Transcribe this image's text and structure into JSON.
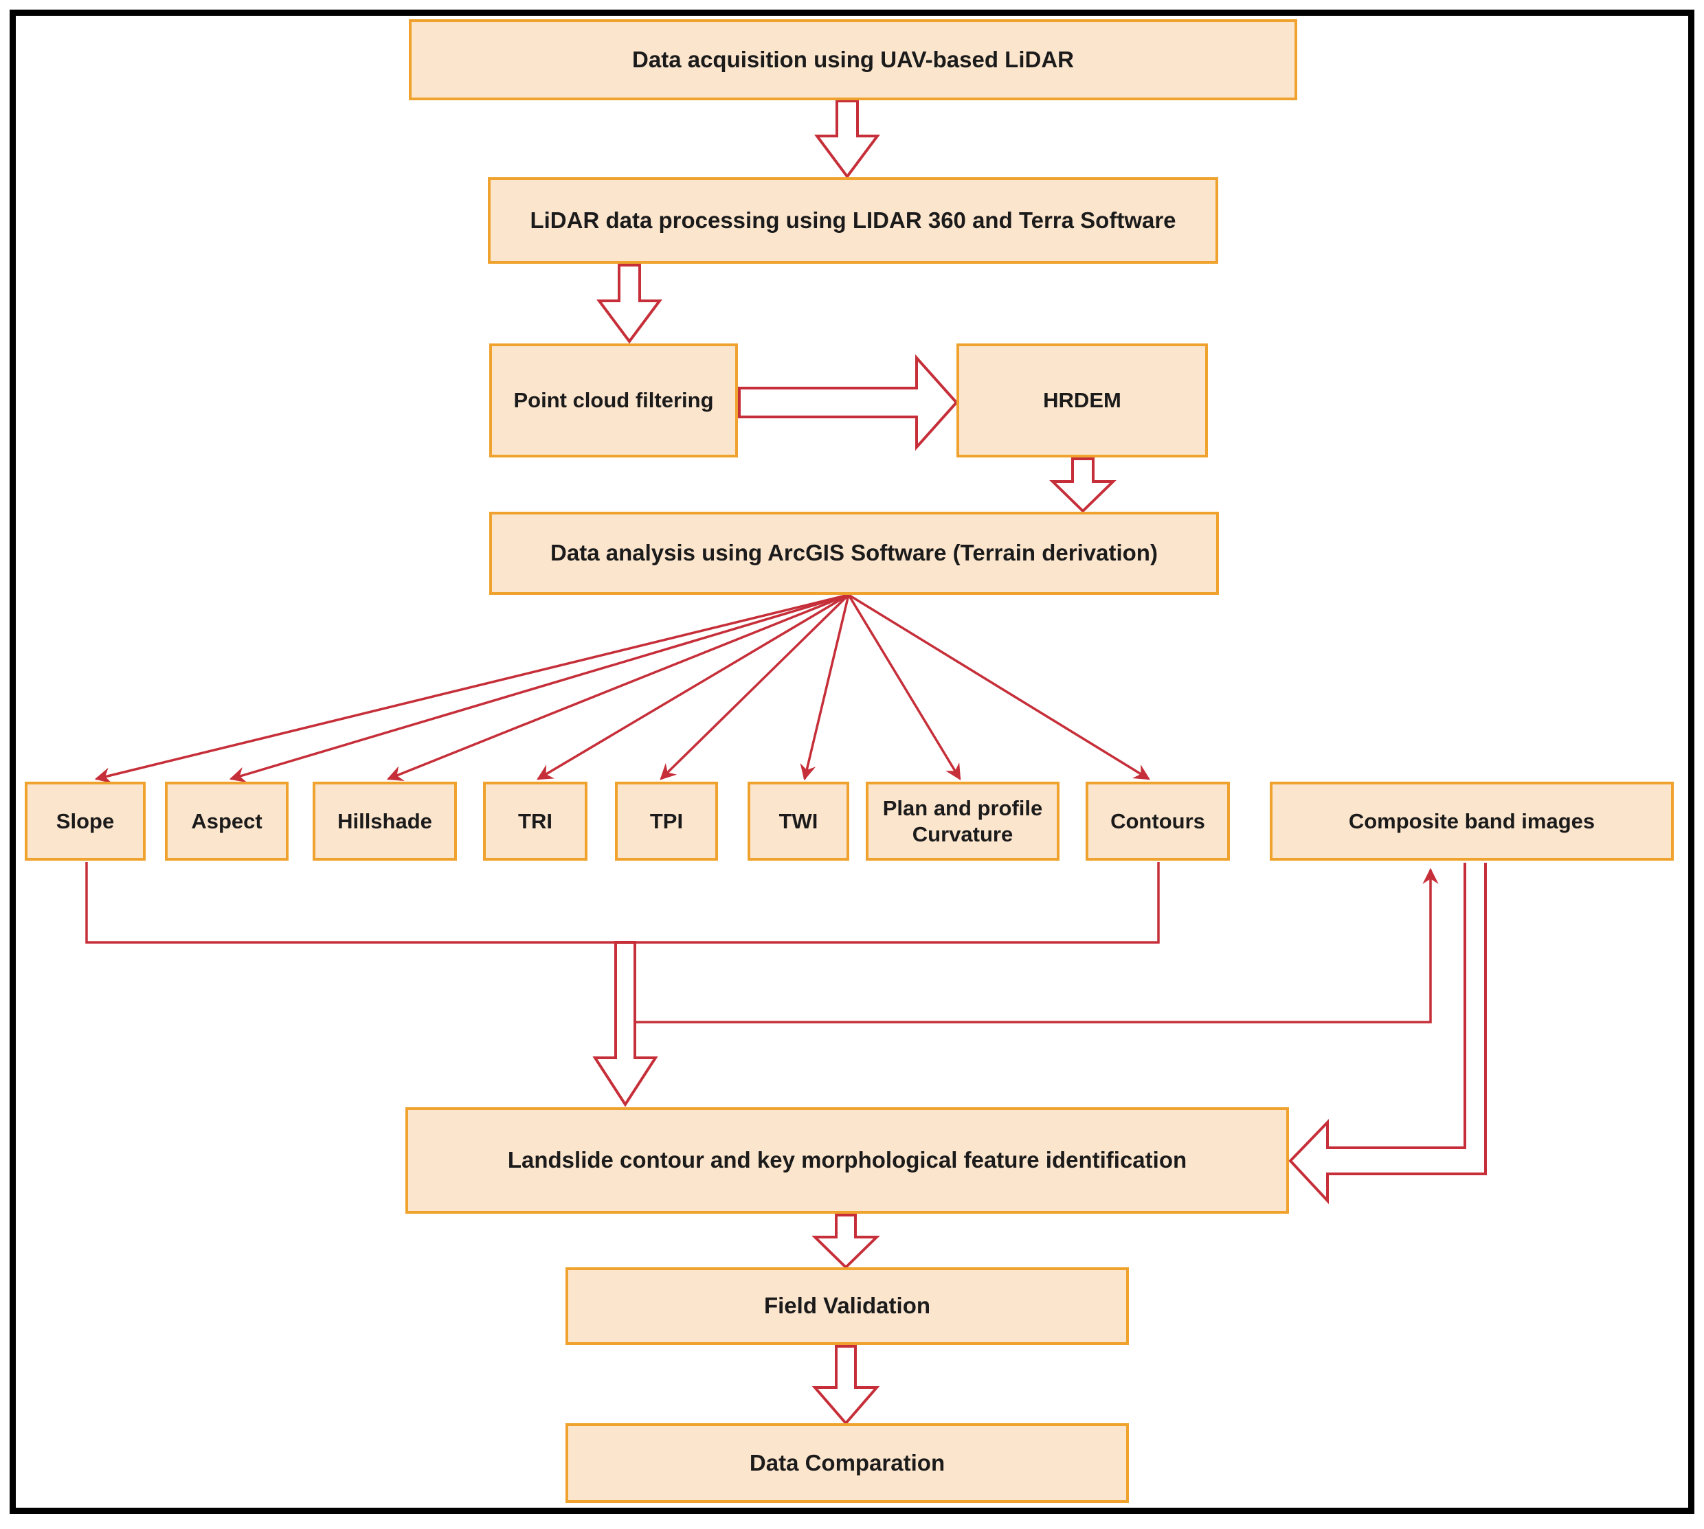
{
  "diagram": {
    "title": "UAV-based LiDAR landslide mapping workflow flowchart",
    "colors": {
      "box_fill": "#FCE5CD",
      "box_border": "#EFA22D",
      "arrow_red": "#C62F39",
      "frame_black": "#000000",
      "background": "#FFFFFF",
      "text": "#1B1B1B"
    },
    "nodes": {
      "acquisition": {
        "label": "Data acquisition using UAV-based LiDAR"
      },
      "processing": {
        "label": "LiDAR data processing using LIDAR 360 and Terra Software"
      },
      "point_cloud": {
        "label": "Point cloud filtering"
      },
      "hrdem": {
        "label": "HRDEM"
      },
      "analysis": {
        "label": "Data analysis using ArcGIS Software (Terrain derivation)"
      },
      "slope": {
        "label": "Slope"
      },
      "aspect": {
        "label": "Aspect"
      },
      "hillshade": {
        "label": "Hillshade"
      },
      "tri": {
        "label": "TRI"
      },
      "tpi": {
        "label": "TPI"
      },
      "twi": {
        "label": "TWI"
      },
      "curvature": {
        "label": "Plan and profile Curvature"
      },
      "contours": {
        "label": "Contours"
      },
      "composite": {
        "label": "Composite band images"
      },
      "identification": {
        "label": "Landslide contour and key morphological feature identification"
      },
      "field_validation": {
        "label": "Field Validation"
      },
      "comparation": {
        "label": "Data Comparation"
      }
    },
    "edges": [
      {
        "from": "acquisition",
        "to": "processing",
        "style": "hollow-arrow-down"
      },
      {
        "from": "processing",
        "to": "point_cloud",
        "style": "hollow-arrow-down"
      },
      {
        "from": "point_cloud",
        "to": "hrdem",
        "style": "hollow-arrow-right"
      },
      {
        "from": "hrdem",
        "to": "analysis",
        "style": "hollow-arrow-down"
      },
      {
        "from": "analysis",
        "to": "slope",
        "style": "thin-arrow"
      },
      {
        "from": "analysis",
        "to": "aspect",
        "style": "thin-arrow"
      },
      {
        "from": "analysis",
        "to": "hillshade",
        "style": "thin-arrow"
      },
      {
        "from": "analysis",
        "to": "tri",
        "style": "thin-arrow"
      },
      {
        "from": "analysis",
        "to": "tpi",
        "style": "thin-arrow"
      },
      {
        "from": "analysis",
        "to": "twi",
        "style": "thin-arrow"
      },
      {
        "from": "analysis",
        "to": "curvature",
        "style": "thin-arrow"
      },
      {
        "from": "analysis",
        "to": "contours",
        "style": "thin-arrow"
      },
      {
        "from": "slope",
        "to": "collector-line",
        "style": "thin-elbow"
      },
      {
        "from": "contours",
        "to": "collector-line",
        "style": "thin-elbow"
      },
      {
        "from": "collector-line",
        "to": "identification",
        "style": "hollow-arrow-down"
      },
      {
        "from": "collector-line",
        "to": "composite",
        "style": "thin-arrow-up"
      },
      {
        "from": "composite",
        "to": "identification",
        "style": "hollow-arrow-left-elbow"
      },
      {
        "from": "identification",
        "to": "field_validation",
        "style": "hollow-arrow-down"
      },
      {
        "from": "field_validation",
        "to": "comparation",
        "style": "hollow-arrow-down"
      }
    ]
  }
}
